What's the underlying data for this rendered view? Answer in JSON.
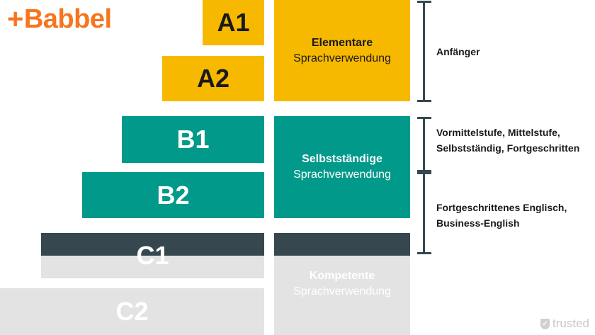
{
  "brand": {
    "plus": "+",
    "name": "Babbel"
  },
  "levels": {
    "a1": "A1",
    "a2": "A2",
    "b1": "B1",
    "b2": "B2",
    "c1": "C1",
    "c2": "C2"
  },
  "categories": {
    "elementary": {
      "line1": "Elementare",
      "line2": "Sprachverwendung"
    },
    "independent": {
      "line1": "Selbstständige",
      "line2": "Sprachverwendung"
    },
    "proficient": {
      "line1": "Kompetente",
      "line2": "Sprachverwendung"
    }
  },
  "descriptions": {
    "beginner": "Anfänger",
    "intermediate_1": "Vormittelstufe, Mittelstufe,",
    "intermediate_2": "Selbstständig, Fortgeschritten",
    "advanced_1": "Fortgeschrittenes Englisch,",
    "advanced_2": "Business-English"
  },
  "colors": {
    "brand_orange": "#f7751e",
    "yellow": "#f7b900",
    "teal": "#00998a",
    "dark": "#37474f",
    "ghost": "#e3e3e3"
  },
  "watermark": {
    "icon": "check-shield-icon",
    "text": "trusted"
  }
}
